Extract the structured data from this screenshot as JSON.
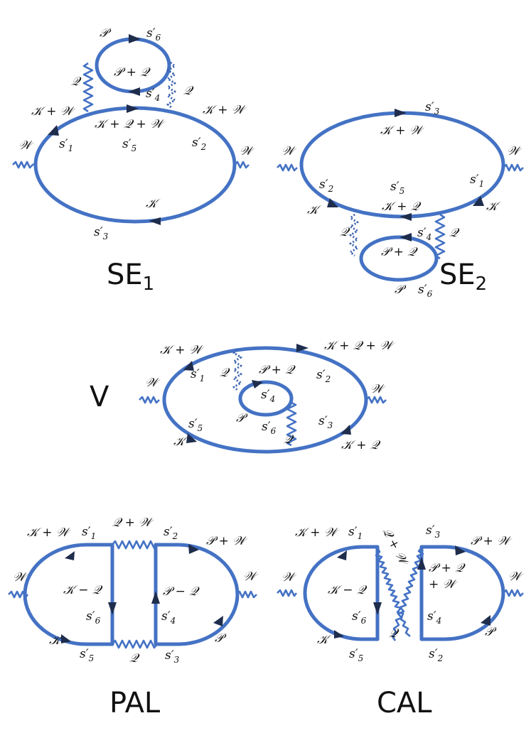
{
  "colors": {
    "line": "#4472C4",
    "arrow": "#1f2d4d",
    "text": "#111111"
  },
  "diagrams": {
    "se1": {
      "title": "SE",
      "title_sub": "1",
      "labels": [
        "𝒫",
        "s′",
        "𝒫 + 𝒬",
        "𝒬",
        "s′",
        "𝒬",
        "𝒦 + 𝒲",
        "𝒦 + 𝒲",
        "𝒦 + 𝒬 + 𝒲",
        "𝒲",
        "s′",
        "s′",
        "s′",
        "𝒲",
        "𝒦",
        "s′"
      ],
      "subs": [
        "6",
        "4",
        "1",
        "5",
        "2",
        "3"
      ]
    },
    "se2": {
      "title": "SE",
      "title_sub": "2",
      "labels": [
        "s′",
        "𝒦 + 𝒲",
        "𝒲",
        "𝒲",
        "s′",
        "s′",
        "s′",
        "𝒦",
        "𝒦 + 𝒬",
        "𝒦",
        "𝒬",
        "s′",
        "𝒬",
        "𝒫 + 𝒬",
        "𝒫",
        "s′"
      ],
      "subs": [
        "3",
        "2",
        "5",
        "1",
        "4",
        "6"
      ]
    },
    "v": {
      "title": "V",
      "labels": [
        "𝒦 + 𝒲",
        "𝒦 + 𝒬 + 𝒲",
        "s′",
        "𝒬",
        "𝒫 + 𝒬",
        "s′",
        "𝒲",
        "s′",
        "𝒲",
        "s′",
        "𝒫",
        "s′",
        "s′",
        "𝒦",
        "𝒬",
        "𝒦 + 𝒬"
      ],
      "subs": [
        "1",
        "4",
        "2",
        "5",
        "6",
        "3"
      ]
    },
    "pal": {
      "title": "PAL",
      "labels": [
        "𝒦 + 𝒲",
        "s′",
        "𝒬 + 𝒲",
        "s′",
        "𝒫 + 𝒲",
        "𝒲",
        "𝒲",
        "𝒦 − 𝒬",
        "𝒫 − 𝒬",
        "s′",
        "s′",
        "𝒦",
        "s′",
        "𝒬",
        "s′",
        "𝒫"
      ],
      "subs": [
        "1",
        "2",
        "6",
        "4",
        "5",
        "3"
      ]
    },
    "cal": {
      "title": "CAL",
      "labels": [
        "𝒦 + 𝒲",
        "s′",
        "s′",
        "𝒫 + 𝒲",
        "𝒲",
        "𝒦 − 𝒬",
        "𝒫 + 𝒬",
        "+ 𝒲",
        "𝒲",
        "s′",
        "s′",
        "𝒦",
        "𝒬",
        "𝒫",
        "s′",
        "s′",
        "𝒬 + 𝒲"
      ],
      "subs": [
        "1",
        "3",
        "6",
        "4",
        "5",
        "2"
      ]
    }
  }
}
